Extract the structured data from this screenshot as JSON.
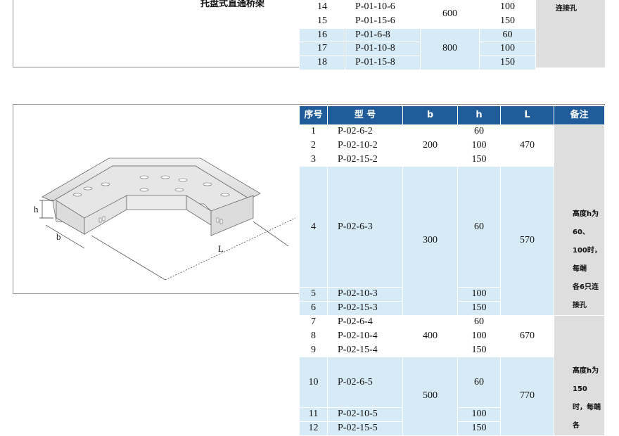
{
  "top_section": {
    "title": "托盘式直通桥架",
    "rows": [
      {
        "no": "14",
        "code": "P-01-10-6",
        "h": "100"
      },
      {
        "no": "15",
        "code": "P-01-15-6",
        "h": "150"
      },
      {
        "no": "16",
        "code": "P-01-6-8",
        "h": "60"
      },
      {
        "no": "17",
        "code": "P-01-10-8",
        "h": "100"
      },
      {
        "no": "18",
        "code": "P-01-15-8",
        "h": "150"
      }
    ],
    "b_values": [
      "600",
      "800"
    ],
    "remark": "连接孔"
  },
  "main_table": {
    "headers": [
      "序号",
      "型 号",
      "b",
      "h",
      "L",
      "备注"
    ],
    "rows": [
      {
        "no": "1",
        "code": "P-02-6-2",
        "h": "60"
      },
      {
        "no": "2",
        "code": "P-02-10-2",
        "h": "100"
      },
      {
        "no": "3",
        "code": "P-02-15-2",
        "h": "150"
      },
      {
        "no": "4",
        "code": "P-02-6-3",
        "h": "60"
      },
      {
        "no": "5",
        "code": "P-02-10-3",
        "h": "100"
      },
      {
        "no": "6",
        "code": "P-02-15-3",
        "h": "150"
      },
      {
        "no": "7",
        "code": "P-02-6-4",
        "h": "60"
      },
      {
        "no": "8",
        "code": "P-02-10-4",
        "h": "100"
      },
      {
        "no": "9",
        "code": "P-02-15-4",
        "h": "150"
      },
      {
        "no": "10",
        "code": "P-02-6-5",
        "h": "60"
      },
      {
        "no": "11",
        "code": "P-02-10-5",
        "h": "100"
      },
      {
        "no": "12",
        "code": "P-02-15-5",
        "h": "150"
      }
    ],
    "groups": [
      {
        "b": "200",
        "L": "470"
      },
      {
        "b": "300",
        "L": "570"
      },
      {
        "b": "400",
        "L": "670"
      },
      {
        "b": "500",
        "L": "770"
      }
    ],
    "remark_1": [
      "高度h为60、",
      "100时，每端",
      "各6只连接孔"
    ],
    "remark_2": [
      "高度h为150",
      "时，每端各"
    ]
  },
  "drawing": {
    "label_h": "h",
    "label_b": "b",
    "label_L": "L"
  },
  "colors": {
    "header": "#1f5c99",
    "band": "#d7ebf7",
    "remark_bg": "#dedede"
  }
}
